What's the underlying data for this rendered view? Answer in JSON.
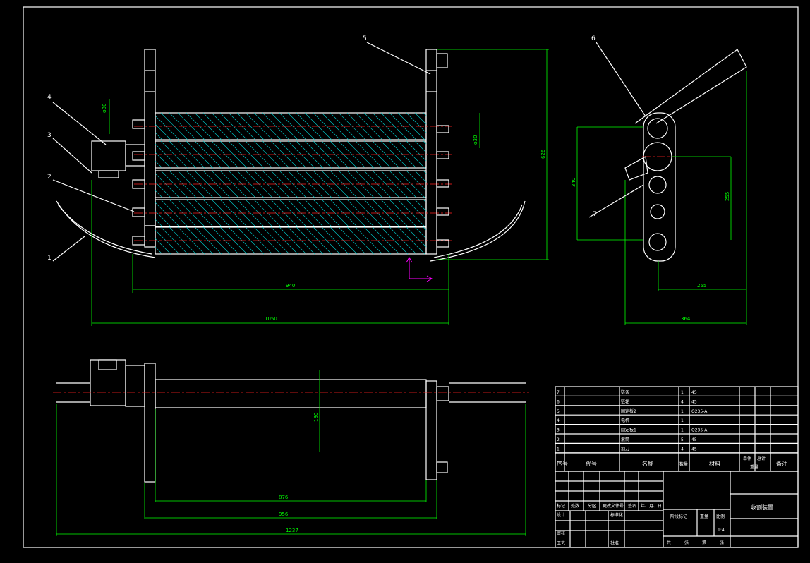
{
  "drawing_title": "收割装置",
  "scale": "1:4",
  "balloons": [
    "1",
    "2",
    "3",
    "4",
    "5",
    "6",
    "7"
  ],
  "dimensions": {
    "front_width_inner": "940",
    "front_width_overall": "1050",
    "front_height": "626",
    "top_width_a": "876",
    "top_width_b": "956",
    "top_width_overall": "1237",
    "top_height": "180",
    "side_height_a": "340",
    "side_height_b": "255",
    "side_width_a": "255",
    "side_width_b": "364",
    "small_a": "φ30",
    "small_b": "φ30"
  },
  "bom": {
    "rows": [
      {
        "no": "7",
        "code": "",
        "name": "链条",
        "qty": "1",
        "mat": "45"
      },
      {
        "no": "6",
        "code": "",
        "name": "链轮",
        "qty": "4",
        "mat": "45"
      },
      {
        "no": "5",
        "code": "",
        "name": "固定板2",
        "qty": "1",
        "mat": "Q235-A"
      },
      {
        "no": "4",
        "code": "",
        "name": "电机",
        "qty": "1",
        "mat": ""
      },
      {
        "no": "3",
        "code": "",
        "name": "固定板1",
        "qty": "1",
        "mat": "Q235-A"
      },
      {
        "no": "2",
        "code": "",
        "name": "滚筒",
        "qty": "5",
        "mat": "45"
      },
      {
        "no": "1",
        "code": "",
        "name": "割刀",
        "qty": "4",
        "mat": "45"
      }
    ],
    "header": {
      "no": "序号",
      "code": "代号",
      "name": "名称",
      "qty": "数量",
      "mat": "材料",
      "single": "单件",
      "total": "总计",
      "weight": "重量",
      "remark": "备注"
    }
  },
  "title_block": {
    "marks": "标记",
    "count": "处数",
    "zone": "分区",
    "change_doc": "更改文件号",
    "sign": "签名",
    "date": "年、月、日",
    "design": "设计",
    "standardize": "标准化",
    "stage_mark": "阶段标记",
    "weight": "重量",
    "ratio": "比例",
    "review": "审核",
    "process": "工艺",
    "approve": "批准",
    "total_sheets": "共",
    "sheet": "张",
    "page": "第",
    "page2": "张"
  }
}
